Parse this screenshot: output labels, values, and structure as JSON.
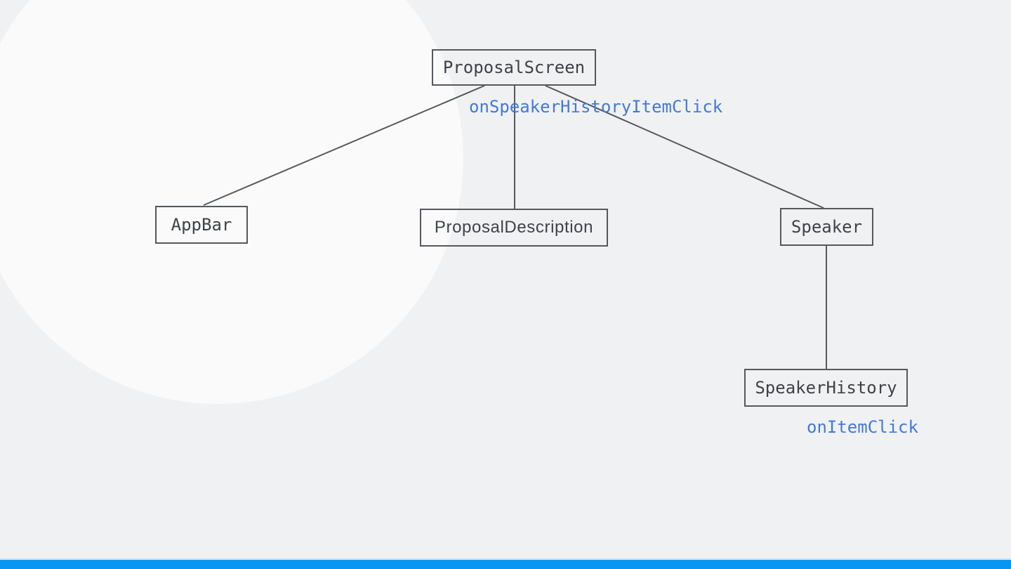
{
  "diagram": {
    "nodes": {
      "proposal_screen": {
        "label": "ProposalScreen"
      },
      "app_bar": {
        "label": "AppBar"
      },
      "proposal_description": {
        "label": "ProposalDescription"
      },
      "speaker": {
        "label": "Speaker"
      },
      "speaker_history": {
        "label": "SpeakerHistory"
      }
    },
    "callbacks": {
      "on_speaker_history_item_click": {
        "label": "onSpeakerHistoryItemClick"
      },
      "on_item_click": {
        "label": "onItemClick"
      }
    },
    "edges": [
      {
        "from": "proposal_screen",
        "to": "app_bar"
      },
      {
        "from": "proposal_screen",
        "to": "proposal_description"
      },
      {
        "from": "proposal_screen",
        "to": "speaker"
      },
      {
        "from": "speaker",
        "to": "speaker_history"
      }
    ]
  },
  "colors": {
    "bg": "#f0f1f2",
    "circle": "#fafafb",
    "line": "#55585c",
    "ink": "#3f4247",
    "accent": "#4478d8",
    "bar": "#0996f2",
    "bar-edge": "#cfe4f7"
  }
}
